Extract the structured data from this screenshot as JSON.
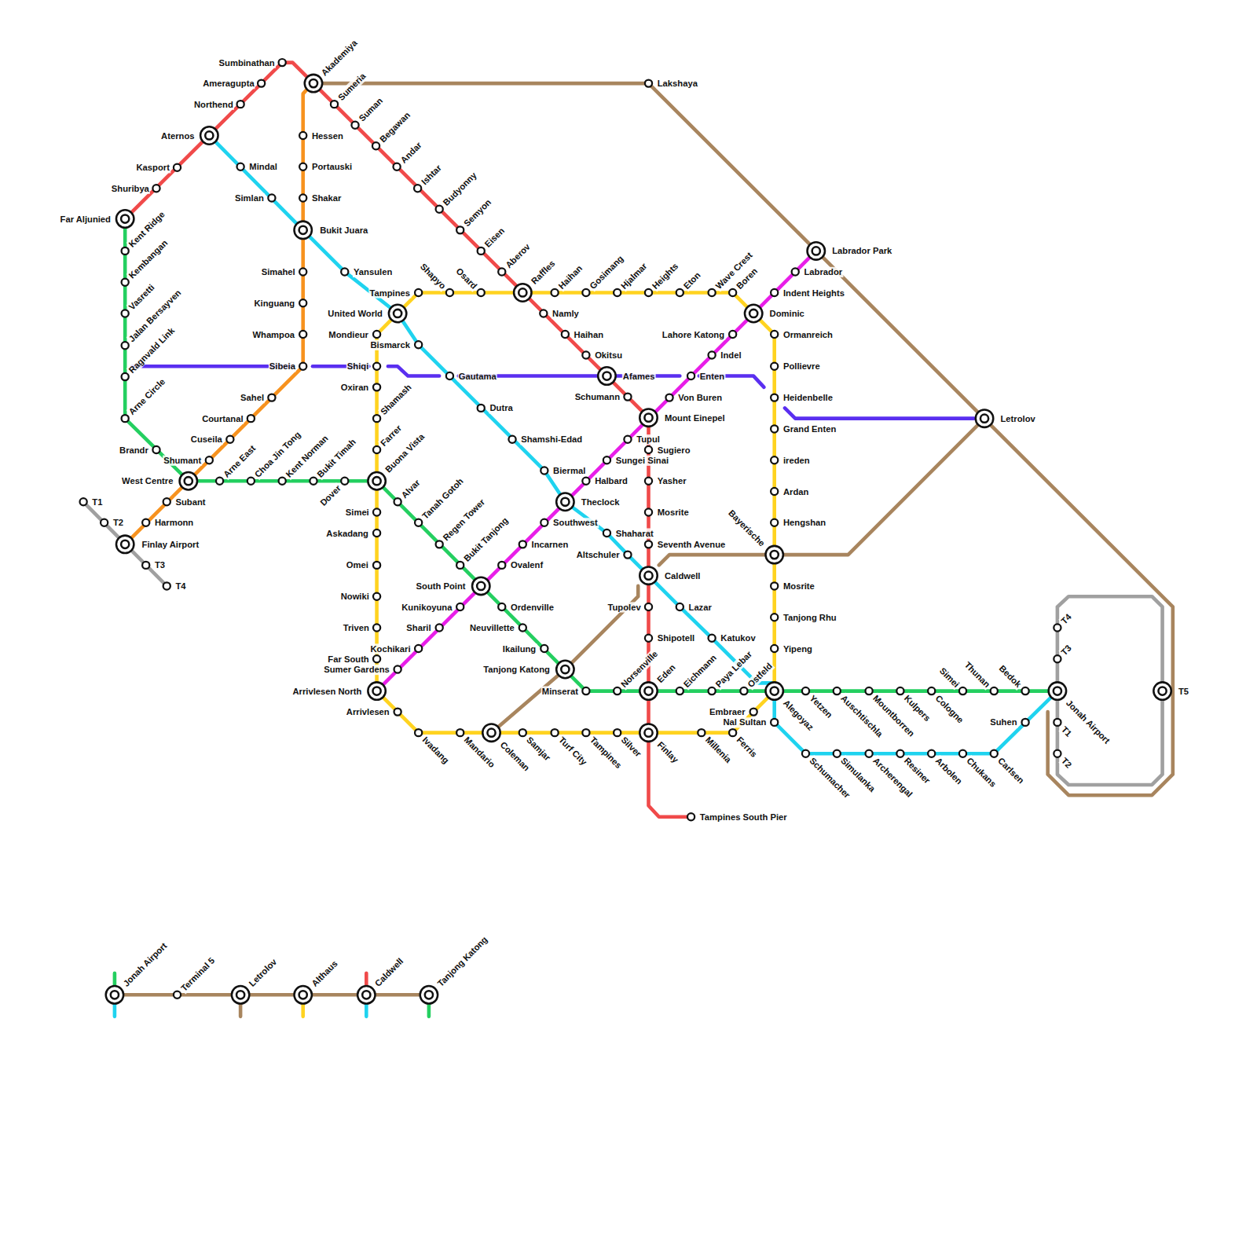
{
  "diagram": {
    "labels": [
      "Sumbinathan",
      "Ameragupta",
      "Northend",
      "Aternos",
      "Kasport",
      "Shuribya",
      "Far Aljunied",
      "Akademiya",
      "Sumeria",
      "Suman",
      "Begawan",
      "Andar",
      "Ishtar",
      "Budyonny",
      "Semyon",
      "Eisen",
      "Aberov",
      "Raffles",
      "Namly",
      "Haihan",
      "Okitsu",
      "Afames",
      "Schumann",
      "Mount Einepel",
      "Sugiero",
      "Yasher",
      "Mosrite",
      "Seventh Avenue",
      "Caldwell",
      "Tupolev",
      "Shipotell",
      "Eden",
      "Finlay",
      "Tampines South Pier",
      "Mindal",
      "Simlan",
      "Bukit Juara",
      "Yansulen",
      "United World",
      "Bismarck",
      "Gautama",
      "Dutra",
      "Shamshi-Edad",
      "Biermal",
      "Theclock",
      "Shaharat",
      "Altschuler",
      "Lazar",
      "Katukov",
      "Nal Sultan",
      "Schumacher",
      "Simulanka",
      "Archerengal",
      "Resiner",
      "Arbolen",
      "Chukans",
      "Carlsen",
      "Suhen",
      "Jonah Airport",
      "Hessen",
      "Portauski",
      "Shakar",
      "Simahel",
      "Kinguang",
      "Whampoa",
      "Sibeia",
      "Sahel",
      "Courtanal",
      "Cuseila",
      "Shumant",
      "West Centre",
      "Subant",
      "Harmonn",
      "Finlay Airport",
      "Kent Ridge",
      "Kembangan",
      "Vasretti",
      "Jalan Bersayven",
      "Ragnvald Link",
      "Arne Circle",
      "Brandr",
      "Arne East",
      "Choa Jin Tong",
      "Kent Norman",
      "Bukit Timah",
      "Dover",
      "Buona Vista",
      "Alvar",
      "Tanah Gotoh",
      "Regen Tower",
      "Bukit Tanjong",
      "South Point",
      "Ordenville",
      "Neuvillette",
      "Ikailung",
      "Tanjong Katong",
      "Minserat",
      "Norsenville",
      "Eichmann",
      "Paya Lebar",
      "Ostfeld",
      "Alegoyaz",
      "Yetzen",
      "Auschtischla",
      "Mountborren",
      "Kulpers",
      "Cologne",
      "Simei",
      "Thunan",
      "Bedok",
      "Tampines",
      "Shapyo",
      "Osard",
      "Haihan",
      "Gosimang",
      "Hjalmar",
      "Heights",
      "Eton",
      "Wave Crest",
      "Boren",
      "Dominic",
      "Ormanreich",
      "Pollievre",
      "Heidenbelle",
      "Grand Enten",
      "ireden",
      "Ardan",
      "Hengshan",
      "Bayerische",
      "Mosrite",
      "Tanjong Rhu",
      "Yipeng",
      "Embraer",
      "Ferris",
      "Millenia",
      "Silver",
      "Tampines",
      "Turf City",
      "Samjar",
      "Coleman",
      "Mandario",
      "Ivadang",
      "Arrivlesen",
      "Arrivlesen North",
      "Far South",
      "Triven",
      "Nowiki",
      "Omei",
      "Askadang",
      "Simei",
      "Farrer",
      "Shamash",
      "Oxiran",
      "Shiqi",
      "Mondieur",
      "Sumer Gardens",
      "Kochikari",
      "Sharil",
      "Kunikoyuna",
      "Ovalenf",
      "Incarnen",
      "Southwest",
      "Halbard",
      "Sungei Sinai",
      "Tupul",
      "Von Buren",
      "Enten",
      "Indel",
      "Lahore Katong",
      "Indent Heights",
      "Labrador",
      "Labrador Park",
      "Lakshaya",
      "Letrolov",
      "T5",
      "T1",
      "T2",
      "T3",
      "T4",
      "T4",
      "T3",
      "T1",
      "T2",
      "Jonah Airport",
      "Terminal 5",
      "Letrolov",
      "Althaus",
      "Caldwell",
      "Tanjong Katong"
    ]
  }
}
